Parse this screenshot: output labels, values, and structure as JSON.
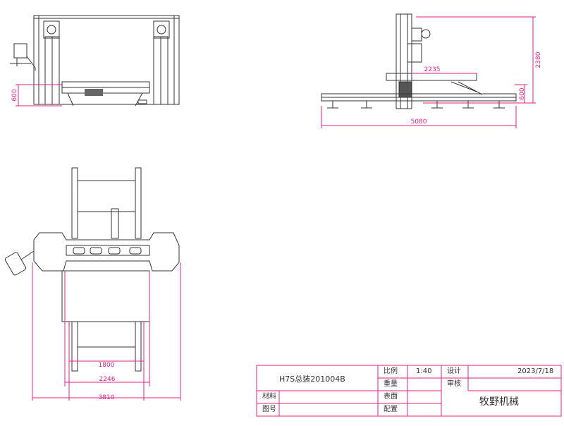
{
  "dimensions": {
    "front_height": "600",
    "side_depth": "2235",
    "side_height_total": "2380",
    "side_height_base": "600",
    "side_length": "5080",
    "plan_inner_width": "1800",
    "plan_mid_width": "2246",
    "plan_total_width": "3810"
  },
  "title_block": {
    "drawing_name": "H7S总装201004B",
    "scale_label": "比例",
    "scale_value": "1:40",
    "weight_label": "重量",
    "surface_label": "表面",
    "config_label": "配置",
    "design_label": "设计",
    "design_date": "2023/7/18",
    "review_label": "审核",
    "material_label": "材料",
    "drawing_no_label": "图号",
    "company": "牧野机械"
  },
  "colors": {
    "dimension": "#e0218a",
    "line": "#333333"
  }
}
